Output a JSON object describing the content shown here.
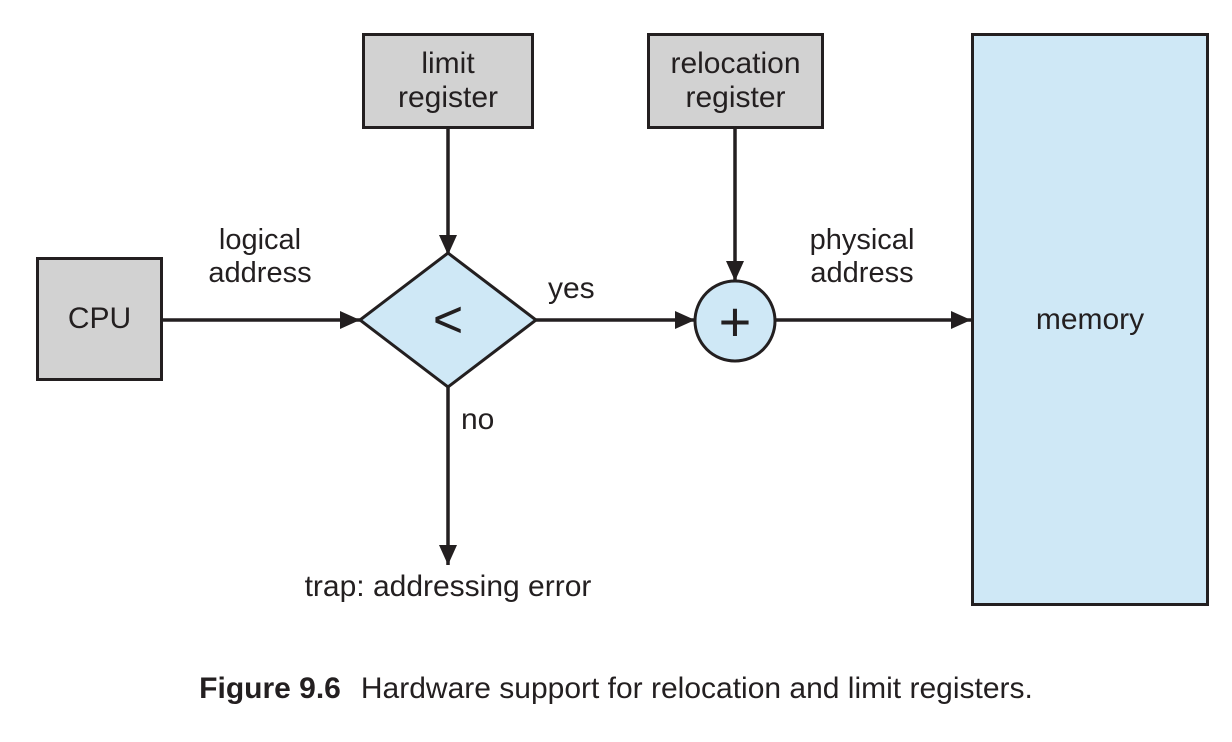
{
  "figure": {
    "caption_label": "Figure 9.6",
    "caption_text": "Hardware support for relocation and limit registers."
  },
  "diagram": {
    "cpu_label": "CPU",
    "limit_register_label": "limit\nregister",
    "relocation_register_label": "relocation\nregister",
    "memory_label": "memory",
    "comparator_symbol": "<",
    "adder_symbol": "+",
    "logical_address_label": "logical\naddress",
    "physical_address_label": "physical\naddress",
    "yes_label": "yes",
    "no_label": "no",
    "trap_label": "trap: addressing error"
  },
  "colors": {
    "register_gray": "#d2d2d2",
    "node_blue": "#cfe8f6",
    "ink": "#231f20",
    "background": "#ffffff"
  }
}
